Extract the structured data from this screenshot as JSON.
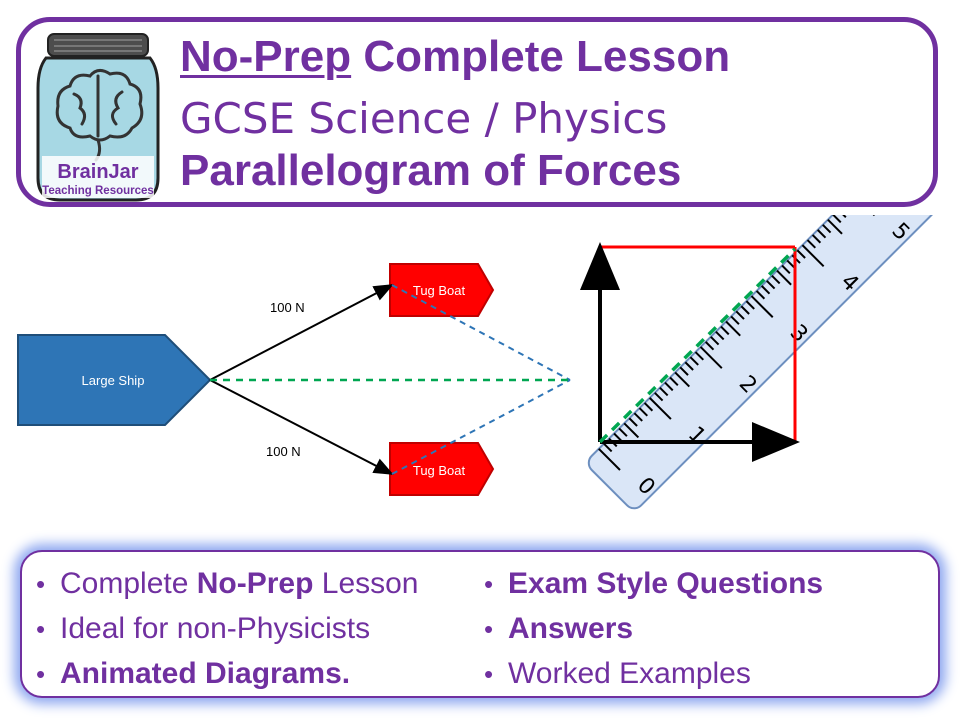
{
  "logo": {
    "name_line1": "BrainJar",
    "name_line2": "Teaching Resources"
  },
  "header": {
    "line1_underlined": "No-Prep",
    "line1_rest": " Complete Lesson",
    "line2": "GCSE Science / Physics",
    "line3": "Parallelogram of Forces"
  },
  "diagram": {
    "ship_label": "Large Ship",
    "tug_top_label": "Tug Boat",
    "tug_bottom_label": "Tug Boat",
    "force_top": "100 N",
    "force_bottom": "100 N",
    "ruler_ticks": [
      "0",
      "1",
      "2",
      "3",
      "4",
      "5"
    ]
  },
  "features": {
    "left": [
      {
        "pre": "Complete ",
        "bold": "No-Prep",
        "post": " Lesson"
      },
      {
        "pre": "Ideal for non-Physicists",
        "bold": "",
        "post": ""
      },
      {
        "pre": "",
        "bold": "Animated Diagrams.",
        "post": ""
      }
    ],
    "right": [
      {
        "pre": "",
        "bold": "Exam Style Questions",
        "post": ""
      },
      {
        "pre": "",
        "bold": "Answers",
        "post": ""
      },
      {
        "pre": "Worked Examples",
        "bold": "",
        "post": ""
      }
    ]
  },
  "colors": {
    "purple": "#7030a0",
    "ship_blue": "#2e75b6",
    "tug_red": "#ff0000",
    "resultant_green": "#00a651",
    "ruler_blue": "#dae6f7"
  }
}
